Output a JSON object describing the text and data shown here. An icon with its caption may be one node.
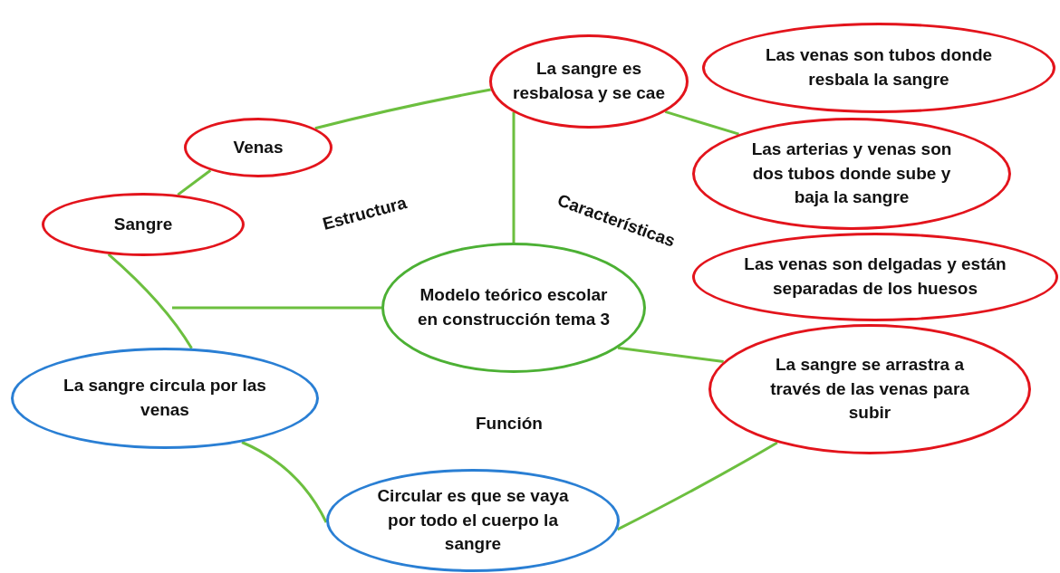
{
  "diagram": {
    "nodes": [
      {
        "text": [
          "La sangre es resbalosa y se cae"
        ]
      },
      {
        "text": [
          "Las venas son tubos donde resbala la sangre"
        ]
      },
      {
        "text": [
          "Venas"
        ]
      },
      {
        "text": [
          "Las arterias y venas son dos tubos donde sube y baja la sangre"
        ]
      },
      {
        "text": [
          "Sangre"
        ]
      },
      {
        "text": [
          "Las venas son delgadas y están separadas de los huesos"
        ]
      },
      {
        "text": [
          "Modelo teórico escolar en construcción tema 3"
        ]
      },
      {
        "text": [
          "La sangre se arrastra a través de las venas para subir"
        ]
      },
      {
        "text": [
          "La sangre circula por las venas"
        ]
      },
      {
        "text": [
          "Circular es que se vaya por todo el cuerpo la sangre"
        ]
      }
    ],
    "edges": [
      {
        "from": 6,
        "to": 0,
        "arrow": "none"
      },
      {
        "from": 2,
        "to": 0,
        "arrow": "none"
      },
      {
        "from": 0,
        "to": 3,
        "arrow": "none"
      },
      {
        "from": 2,
        "to": 4,
        "arrow": "none"
      },
      {
        "from": 4,
        "to": 8,
        "arrow": "none"
      },
      {
        "from": 6,
        "to": null,
        "arrow": "none"
      },
      {
        "from": 8,
        "to": 9,
        "arrow": "none"
      },
      {
        "from": 9,
        "to": 7,
        "arrow": "none"
      },
      {
        "from": 6,
        "to": 7,
        "arrow": "none"
      }
    ],
    "labels": [
      "Estructura",
      "Características",
      "Función"
    ]
  }
}
